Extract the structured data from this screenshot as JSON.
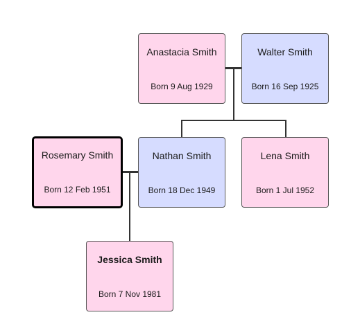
{
  "colors": {
    "female": "#ffd6ec",
    "male": "#d6dcff",
    "line": "#333333"
  },
  "people": {
    "anastacia": {
      "name": "Anastacia Smith",
      "born": "Born 9 Aug 1929"
    },
    "walter": {
      "name": "Walter Smith",
      "born": "Born 16 Sep 1925"
    },
    "rosemary": {
      "name": "Rosemary Smith",
      "born": "Born 12 Feb 1951"
    },
    "nathan": {
      "name": "Nathan Smith",
      "born": "Born 18 Dec 1949"
    },
    "lena": {
      "name": "Lena Smith",
      "born": "Born 1 Jul 1952"
    },
    "jessica": {
      "name": "Jessica Smith",
      "born": "Born 7 Nov 1981"
    }
  }
}
